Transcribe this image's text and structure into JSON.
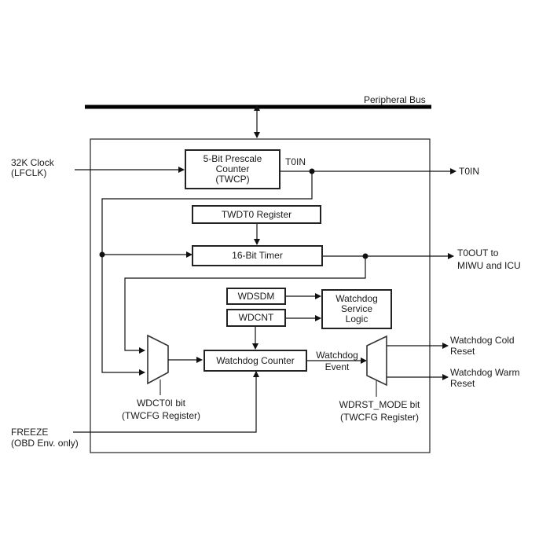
{
  "diagram": {
    "bus_label": "Peripheral Bus",
    "inputs": {
      "clock": [
        "32K Clock",
        "(LFCLK)"
      ],
      "freeze": [
        "FREEZE",
        "(OBD Env. only)"
      ]
    },
    "blocks": {
      "prescale": [
        "5-Bit Prescale",
        "Counter",
        "(TWCP)"
      ],
      "twdt0": "TWDT0 Register",
      "timer16": "16-Bit Timer",
      "wdsdm": "WDSDM",
      "wdcnt": "WDCNT",
      "service_logic": [
        "Watchdog",
        "Service",
        "Logic"
      ],
      "watchdog_counter": "Watchdog Counter"
    },
    "signals": {
      "t0in_internal": "T0IN",
      "watchdog_event": [
        "Watchdog",
        "Event"
      ]
    },
    "mux_labels": {
      "wdct0i": [
        "WDCT0I bit",
        "(TWCFG Register)"
      ],
      "wdrst": [
        "WDRST_MODE bit",
        "(TWCFG Register)"
      ]
    },
    "outputs": {
      "t0in": "T0IN",
      "t0out": [
        "T0OUT to",
        "MIWU and ICU"
      ],
      "cold_reset": [
        "Watchdog Cold",
        "Reset"
      ],
      "warm_reset": [
        "Watchdog Warm",
        "Reset"
      ]
    }
  }
}
